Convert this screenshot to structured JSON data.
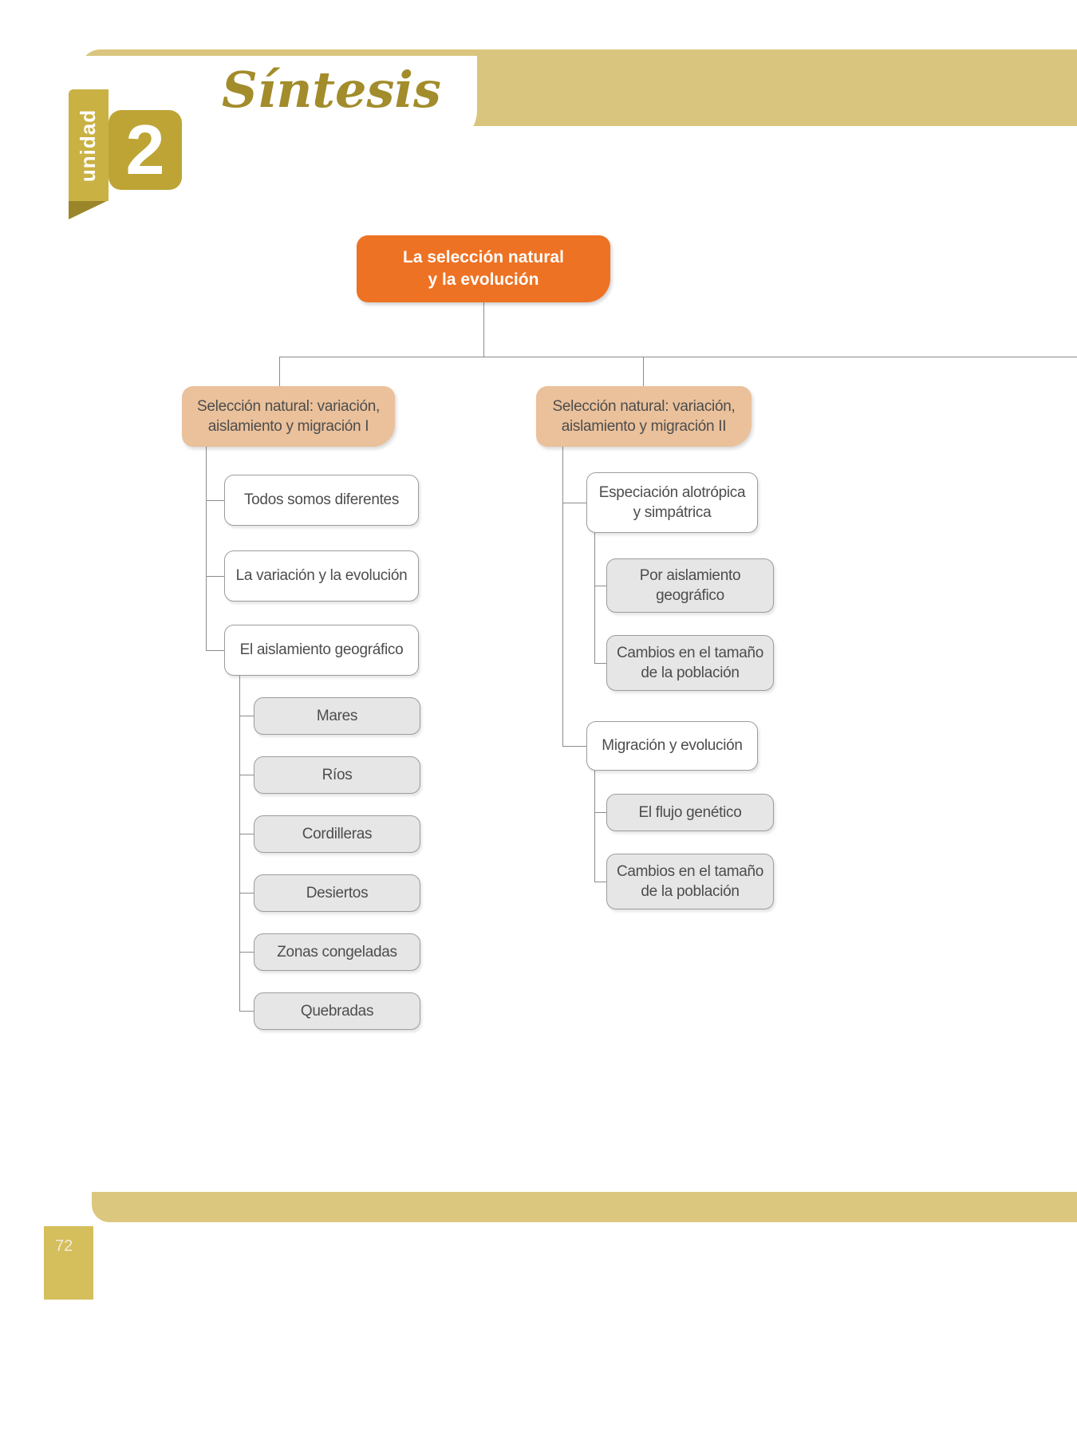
{
  "unit_tab": {
    "label": "unidad",
    "number": "2"
  },
  "header": {
    "title": "Síntesis"
  },
  "footer": {
    "page_number": "72"
  },
  "colors": {
    "accent_orange": "#ED7223",
    "branch_tan": "#EAC19B",
    "gold_ribbon": "#C9B144",
    "gold_dark": "#9A8629",
    "band_tan": "#D9C57E",
    "leaf_gray": "#E6E6E6",
    "line_gray": "#8C8C8C",
    "title_gold": "#A28C2B",
    "text_gray": "#4D4D4D"
  },
  "tree": {
    "root": {
      "label": "La selección natural\ny la evolución"
    },
    "branches": [
      {
        "label": "Selección natural: variación,\naislamiento y migración I",
        "children": [
          {
            "label": "Todos somos diferentes"
          },
          {
            "label": "La variación y la evolución"
          },
          {
            "label": "El aislamiento geográfico",
            "children": [
              {
                "label": "Mares"
              },
              {
                "label": "Ríos"
              },
              {
                "label": "Cordilleras"
              },
              {
                "label": "Desiertos"
              },
              {
                "label": "Zonas congeladas"
              },
              {
                "label": "Quebradas"
              }
            ]
          }
        ]
      },
      {
        "label": "Selección natural: variación,\naislamiento y migración II",
        "children": [
          {
            "label": "Especiación alotrópica\ny simpátrica",
            "children": [
              {
                "label": "Por aislamiento\ngeográfico"
              },
              {
                "label": "Cambios en el tamaño\nde la población"
              }
            ]
          },
          {
            "label": "Migración y evolución",
            "children": [
              {
                "label": "El flujo genético"
              },
              {
                "label": "Cambios en el tamaño\nde la población"
              }
            ]
          }
        ]
      }
    ]
  }
}
